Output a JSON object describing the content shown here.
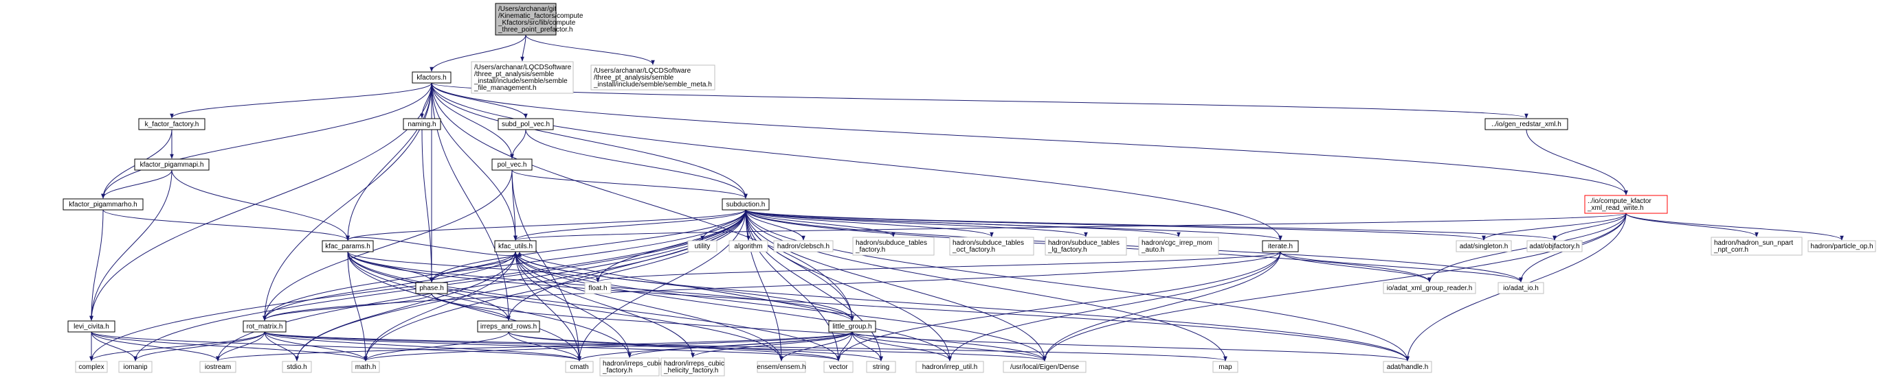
{
  "graph": {
    "edge_color": "#191970",
    "nodes": [
      {
        "id": "root",
        "lines": [
          "/Users/archanar/git",
          "/Kinematic_factors/compute",
          "_Kfactors/src/lib/compute",
          "_three_point_prefactor.h"
        ],
        "style": "root"
      },
      {
        "id": "kfactors",
        "lines": [
          "kfactors.h"
        ],
        "style": "normal"
      },
      {
        "id": "semble_fm",
        "lines": [
          "/Users/archanar/LQCDSoftware",
          "/three_pt_analysis/semble",
          "_install/include/semble/semble",
          "_file_management.h"
        ],
        "style": "ext"
      },
      {
        "id": "semble_meta",
        "lines": [
          "/Users/archanar/LQCDSoftware",
          "/three_pt_analysis/semble",
          "_install/include/semble/semble_meta.h"
        ],
        "style": "ext"
      },
      {
        "id": "kff",
        "lines": [
          "k_factor_factory.h"
        ],
        "style": "normal"
      },
      {
        "id": "naming",
        "lines": [
          "naming.h"
        ],
        "style": "normal"
      },
      {
        "id": "subd_pol",
        "lines": [
          "subd_pol_vec.h"
        ],
        "style": "normal"
      },
      {
        "id": "gen_redstar",
        "lines": [
          "../io/gen_redstar_xml.h"
        ],
        "style": "normal"
      },
      {
        "id": "kfpgmapi",
        "lines": [
          "kfactor_pigammapi.h"
        ],
        "style": "normal"
      },
      {
        "id": "pol_vec",
        "lines": [
          "pol_vec.h"
        ],
        "style": "normal"
      },
      {
        "id": "kfactor_rw",
        "lines": [
          "../io/compute_kfactor",
          "_xml_read_write.h"
        ],
        "style": "red"
      },
      {
        "id": "kfpgmrho",
        "lines": [
          "kfactor_pigammarho.h"
        ],
        "style": "normal"
      },
      {
        "id": "subduction",
        "lines": [
          "subduction.h"
        ],
        "style": "normal"
      },
      {
        "id": "kfac_utils",
        "lines": [
          "kfac_utils.h"
        ],
        "style": "normal"
      },
      {
        "id": "utility",
        "lines": [
          "utility"
        ],
        "style": "ext"
      },
      {
        "id": "algorithm",
        "lines": [
          "algorithm"
        ],
        "style": "ext"
      },
      {
        "id": "clebsch",
        "lines": [
          "hadron/clebsch.h"
        ],
        "style": "ext"
      },
      {
        "id": "subd_factory",
        "lines": [
          "hadron/subduce_tables",
          "_factory.h"
        ],
        "style": "ext"
      },
      {
        "id": "subd_oct",
        "lines": [
          "hadron/subduce_tables",
          "_oct_factory.h"
        ],
        "style": "ext"
      },
      {
        "id": "subd_lg",
        "lines": [
          "hadron/subduce_tables",
          "_lg_factory.h"
        ],
        "style": "ext"
      },
      {
        "id": "cgc_irrep",
        "lines": [
          "hadron/cgc_irrep_mom",
          "_auto.h"
        ],
        "style": "ext"
      },
      {
        "id": "iterate",
        "lines": [
          "iterate.h"
        ],
        "style": "normal"
      },
      {
        "id": "adat_singleton",
        "lines": [
          "adat/singleton.h"
        ],
        "style": "ext"
      },
      {
        "id": "adat_objfactory",
        "lines": [
          "adat/objfactory.h"
        ],
        "style": "ext"
      },
      {
        "id": "hadron_sun",
        "lines": [
          "hadron/hadron_sun_npart",
          "_npt_corr.h"
        ],
        "style": "ext"
      },
      {
        "id": "particle_op",
        "lines": [
          "hadron/particle_op.h"
        ],
        "style": "ext"
      },
      {
        "id": "kfac_params",
        "lines": [
          "kfac_params.h"
        ],
        "style": "normal"
      },
      {
        "id": "phase",
        "lines": [
          "phase.h"
        ],
        "style": "normal"
      },
      {
        "id": "float",
        "lines": [
          "float.h"
        ],
        "style": "ext"
      },
      {
        "id": "xml_group_reader",
        "lines": [
          "io/adat_xml_group_reader.h"
        ],
        "style": "ext"
      },
      {
        "id": "adat_io",
        "lines": [
          "io/adat_io.h"
        ],
        "style": "ext"
      },
      {
        "id": "levi",
        "lines": [
          "levi_civita.h"
        ],
        "style": "normal"
      },
      {
        "id": "rot_matrix",
        "lines": [
          "rot_matrix.h"
        ],
        "style": "normal"
      },
      {
        "id": "irreps_rows",
        "lines": [
          "irreps_and_rows.h"
        ],
        "style": "normal"
      },
      {
        "id": "little_group",
        "lines": [
          "little_group.h"
        ],
        "style": "normal"
      },
      {
        "id": "complex",
        "lines": [
          "complex"
        ],
        "style": "ext"
      },
      {
        "id": "iomanip",
        "lines": [
          "iomanip"
        ],
        "style": "ext"
      },
      {
        "id": "iostream",
        "lines": [
          "iostream"
        ],
        "style": "ext"
      },
      {
        "id": "stdio",
        "lines": [
          "stdio.h"
        ],
        "style": "ext"
      },
      {
        "id": "math",
        "lines": [
          "math.h"
        ],
        "style": "ext"
      },
      {
        "id": "cmath",
        "lines": [
          "cmath"
        ],
        "style": "ext"
      },
      {
        "id": "irreps_cubic",
        "lines": [
          "hadron/irreps_cubic",
          "_factory.h"
        ],
        "style": "ext"
      },
      {
        "id": "irreps_cubic_hel",
        "lines": [
          "hadron/irreps_cubic",
          "_helicity_factory.h"
        ],
        "style": "ext"
      },
      {
        "id": "ensem",
        "lines": [
          "ensem/ensem.h"
        ],
        "style": "ext"
      },
      {
        "id": "vector",
        "lines": [
          "vector"
        ],
        "style": "ext"
      },
      {
        "id": "string",
        "lines": [
          "string"
        ],
        "style": "ext"
      },
      {
        "id": "irrep_util",
        "lines": [
          "hadron/irrep_util.h"
        ],
        "style": "ext"
      },
      {
        "id": "eigen",
        "lines": [
          "/usr/local/Eigen/Dense"
        ],
        "style": "ext"
      },
      {
        "id": "map",
        "lines": [
          "map"
        ],
        "style": "ext"
      },
      {
        "id": "adat_handle",
        "lines": [
          "adat/handle.h"
        ],
        "style": "ext"
      }
    ],
    "edges": [
      [
        "root",
        "kfactors"
      ],
      [
        "root",
        "semble_fm"
      ],
      [
        "root",
        "semble_meta"
      ],
      [
        "kfactors",
        "kff"
      ],
      [
        "kfactors",
        "naming"
      ],
      [
        "kfactors",
        "subd_pol"
      ],
      [
        "kfactors",
        "gen_redstar"
      ],
      [
        "kfactors",
        "pol_vec"
      ],
      [
        "kfactors",
        "kfactor_rw"
      ],
      [
        "kfactors",
        "kfpgmrho"
      ],
      [
        "kfactors",
        "subduction"
      ],
      [
        "kfactors",
        "kfac_utils"
      ],
      [
        "kfactors",
        "iterate"
      ],
      [
        "kfactors",
        "kfac_params"
      ],
      [
        "kfactors",
        "phase"
      ],
      [
        "kfactors",
        "levi"
      ],
      [
        "kfactors",
        "rot_matrix"
      ],
      [
        "kfactors",
        "little_group"
      ],
      [
        "kfactors",
        "irreps_rows"
      ],
      [
        "kff",
        "kfpgmapi"
      ],
      [
        "kff",
        "kfpgmrho"
      ],
      [
        "kfpgmapi",
        "kfpgmrho"
      ],
      [
        "kfpgmapi",
        "kfac_params"
      ],
      [
        "kfpgmapi",
        "levi"
      ],
      [
        "kfpgmrho",
        "kfac_params"
      ],
      [
        "kfpgmrho",
        "levi"
      ],
      [
        "naming",
        "phase"
      ],
      [
        "subd_pol",
        "pol_vec"
      ],
      [
        "subd_pol",
        "subduction"
      ],
      [
        "pol_vec",
        "subduction"
      ],
      [
        "pol_vec",
        "kfac_utils"
      ],
      [
        "pol_vec",
        "rot_matrix"
      ],
      [
        "pol_vec",
        "cmath"
      ],
      [
        "gen_redstar",
        "kfactor_rw"
      ],
      [
        "kfactor_rw",
        "kfac_utils"
      ],
      [
        "kfactor_rw",
        "adat_singleton"
      ],
      [
        "kfactor_rw",
        "adat_objfactory"
      ],
      [
        "kfactor_rw",
        "hadron_sun"
      ],
      [
        "kfactor_rw",
        "particle_op"
      ],
      [
        "kfactor_rw",
        "xml_group_reader"
      ],
      [
        "kfactor_rw",
        "adat_io"
      ],
      [
        "kfactor_rw",
        "eigen"
      ],
      [
        "kfactor_rw",
        "adat_handle"
      ],
      [
        "subduction",
        "kfac_utils"
      ],
      [
        "subduction",
        "utility"
      ],
      [
        "subduction",
        "algorithm"
      ],
      [
        "subduction",
        "clebsch"
      ],
      [
        "subduction",
        "subd_factory"
      ],
      [
        "subduction",
        "subd_oct"
      ],
      [
        "subduction",
        "subd_lg"
      ],
      [
        "subduction",
        "cgc_irrep"
      ],
      [
        "subduction",
        "iterate"
      ],
      [
        "subduction",
        "adat_singleton"
      ],
      [
        "subduction",
        "adat_objfactory"
      ],
      [
        "subduction",
        "kfac_params"
      ],
      [
        "subduction",
        "phase"
      ],
      [
        "subduction",
        "float"
      ],
      [
        "subduction",
        "xml_group_reader"
      ],
      [
        "subduction",
        "adat_io"
      ],
      [
        "subduction",
        "rot_matrix"
      ],
      [
        "subduction",
        "little_group"
      ],
      [
        "subduction",
        "irreps_rows"
      ],
      [
        "subduction",
        "complex"
      ],
      [
        "subduction",
        "iomanip"
      ],
      [
        "subduction",
        "iostream"
      ],
      [
        "subduction",
        "stdio"
      ],
      [
        "subduction",
        "math"
      ],
      [
        "subduction",
        "cmath"
      ],
      [
        "subduction",
        "ensem"
      ],
      [
        "subduction",
        "vector"
      ],
      [
        "subduction",
        "string"
      ],
      [
        "subduction",
        "irrep_util"
      ],
      [
        "subduction",
        "eigen"
      ],
      [
        "subduction",
        "map"
      ],
      [
        "subduction",
        "adat_handle"
      ],
      [
        "iterate",
        "float"
      ],
      [
        "iterate",
        "xml_group_reader"
      ],
      [
        "iterate",
        "adat_io"
      ],
      [
        "iterate",
        "vector"
      ],
      [
        "iterate",
        "eigen"
      ],
      [
        "iterate",
        "irrep_util"
      ],
      [
        "iterate",
        "rot_matrix"
      ],
      [
        "kfac_utils",
        "phase"
      ],
      [
        "kfac_utils",
        "rot_matrix"
      ],
      [
        "kfac_utils",
        "little_group"
      ],
      [
        "kfac_utils",
        "math"
      ],
      [
        "kfac_utils",
        "cmath"
      ],
      [
        "kfac_utils",
        "stdio"
      ],
      [
        "kfac_utils",
        "irreps_cubic"
      ],
      [
        "kfac_utils",
        "irreps_cubic_hel"
      ],
      [
        "kfac_utils",
        "ensem"
      ],
      [
        "kfac_utils",
        "irrep_util"
      ],
      [
        "kfac_utils",
        "eigen"
      ],
      [
        "kfac_utils",
        "adat_handle"
      ],
      [
        "kfac_params",
        "kfac_utils"
      ],
      [
        "kfac_params",
        "phase"
      ],
      [
        "kfac_params",
        "float"
      ],
      [
        "kfac_params",
        "irreps_rows"
      ],
      [
        "kfac_params",
        "little_group"
      ],
      [
        "kfac_params",
        "math"
      ],
      [
        "kfac_params",
        "cmath"
      ],
      [
        "kfac_params",
        "ensem"
      ],
      [
        "kfac_params",
        "vector"
      ],
      [
        "kfac_params",
        "irreps_cubic"
      ],
      [
        "kfac_params",
        "adat_handle"
      ],
      [
        "phase",
        "kfac_utils"
      ],
      [
        "phase",
        "rot_matrix"
      ],
      [
        "phase",
        "irreps_rows"
      ],
      [
        "phase",
        "eigen"
      ],
      [
        "levi",
        "complex"
      ],
      [
        "levi",
        "iomanip"
      ],
      [
        "levi",
        "iostream"
      ],
      [
        "levi",
        "math"
      ],
      [
        "levi",
        "cmath"
      ],
      [
        "rot_matrix",
        "complex"
      ],
      [
        "rot_matrix",
        "iomanip"
      ],
      [
        "rot_matrix",
        "iostream"
      ],
      [
        "rot_matrix",
        "stdio"
      ],
      [
        "rot_matrix",
        "math"
      ],
      [
        "rot_matrix",
        "cmath"
      ],
      [
        "rot_matrix",
        "vector"
      ],
      [
        "rot_matrix",
        "eigen"
      ],
      [
        "rot_matrix",
        "map"
      ],
      [
        "irreps_rows",
        "math"
      ],
      [
        "irreps_rows",
        "cmath"
      ],
      [
        "irreps_rows",
        "vector"
      ],
      [
        "irreps_rows",
        "string"
      ],
      [
        "little_group",
        "kfac_utils"
      ],
      [
        "little_group",
        "iostream"
      ],
      [
        "little_group",
        "math"
      ],
      [
        "little_group",
        "cmath"
      ],
      [
        "little_group",
        "irreps_cubic"
      ],
      [
        "little_group",
        "irreps_cubic_hel"
      ],
      [
        "little_group",
        "ensem"
      ],
      [
        "little_group",
        "vector"
      ],
      [
        "little_group",
        "string"
      ],
      [
        "little_group",
        "irrep_util"
      ],
      [
        "little_group",
        "eigen"
      ],
      [
        "little_group",
        "adat_handle"
      ]
    ]
  }
}
